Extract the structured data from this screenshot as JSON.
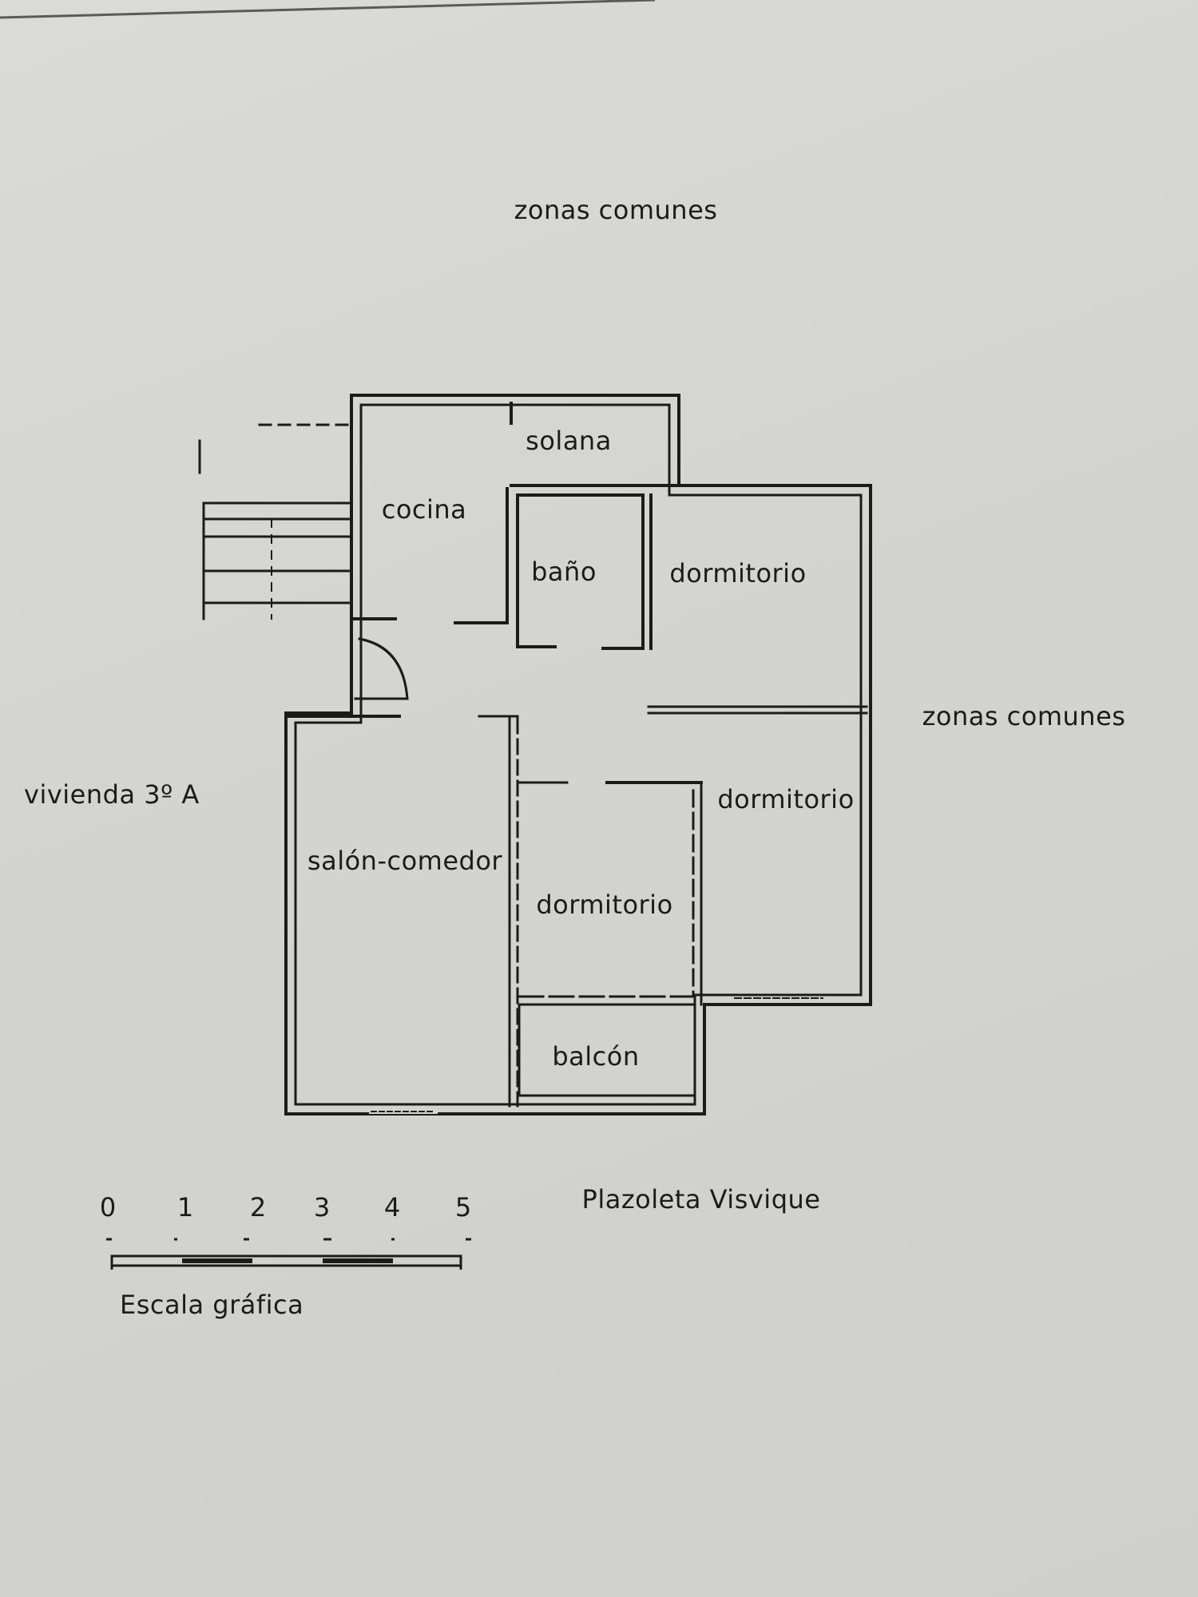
{
  "labels": {
    "common_top": "zonas comunes",
    "common_right": "zonas comunes",
    "neighbor": "vivienda 3º A",
    "street": "Plazoleta Visvique"
  },
  "rooms": {
    "solana": "solana",
    "cocina": "cocina",
    "bano": "baño",
    "dormitorio_1": "dormitorio",
    "dormitorio_2": "dormitorio",
    "dormitorio_3": "dormitorio",
    "salon": "salón-comedor",
    "balcon": "balcón"
  },
  "scale": {
    "title": "Escala gráfica",
    "ticks": [
      "0",
      "1",
      "2",
      "3",
      "4",
      "5"
    ]
  },
  "colors": {
    "ink": "#1b1b1b",
    "paper": "#d6d6d2"
  }
}
